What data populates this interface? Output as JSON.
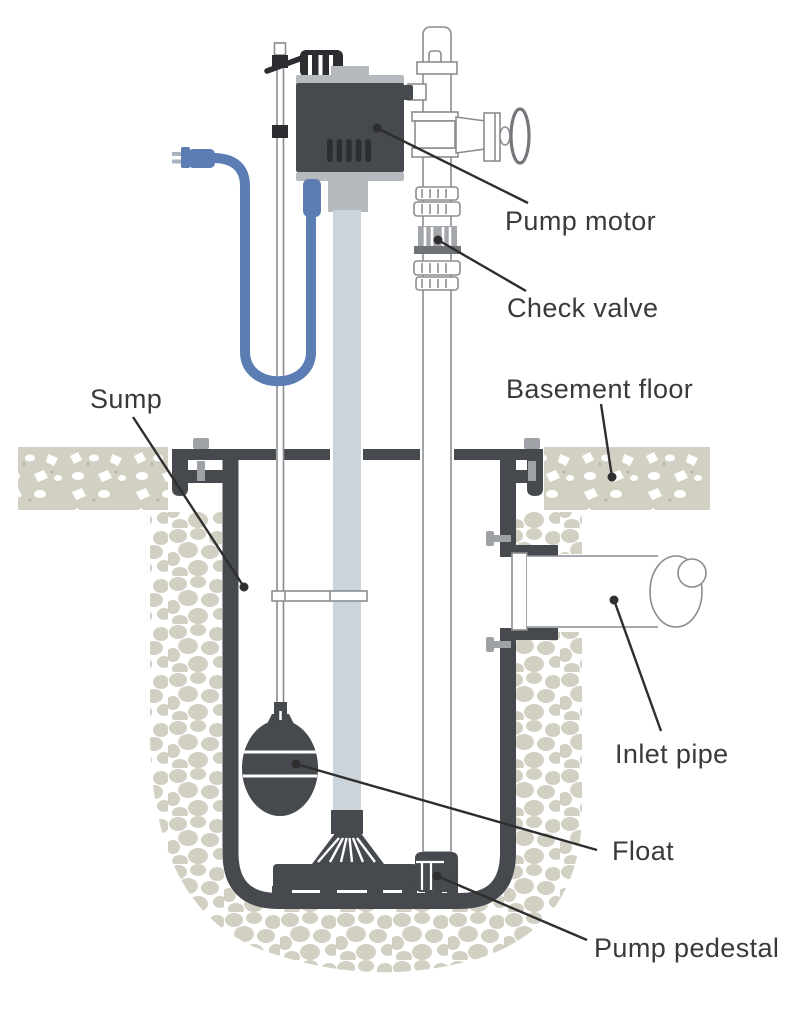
{
  "diagram": {
    "labels": {
      "pump_motor": "Pump motor",
      "check_valve": "Check valve",
      "basement_floor": "Basement floor",
      "sump": "Sump",
      "inlet_pipe": "Inlet pipe",
      "float": "Float",
      "pump_pedestal": "Pump pedestal"
    },
    "colors": {
      "background": "#ffffff",
      "label_text": "#3a3a3a",
      "leader": "#2e2e2e",
      "dark_part": "#46494e",
      "darker_part": "#2b2d30",
      "light_metal": "#b6b9bd",
      "column": "#ccd4db",
      "outline": "#8a8d90",
      "cord_blue": "#5b7db3",
      "concrete": "#d2d0c3",
      "bolt_gray": "#9ea2a6"
    }
  }
}
